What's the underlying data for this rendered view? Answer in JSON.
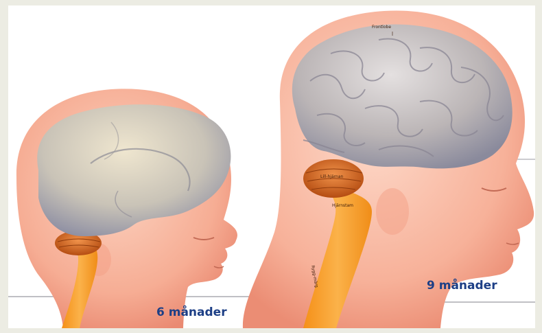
{
  "labels": {
    "six_months": "6 månader",
    "nine_months": "9 månader",
    "frontal_lobe": "Frontlobe",
    "cerebellum": "Lill-hjärnan",
    "brainstem": "Hjärnstam",
    "spinal_cord": "Rygg-märg"
  },
  "colors": {
    "skin": "#f6a98f",
    "skin_dark": "#e98a71",
    "brain": "#c9c2b6",
    "cerebellum": "#d76a1e",
    "spinal_cord": "#f7a128",
    "caption": "#1d3f86"
  }
}
